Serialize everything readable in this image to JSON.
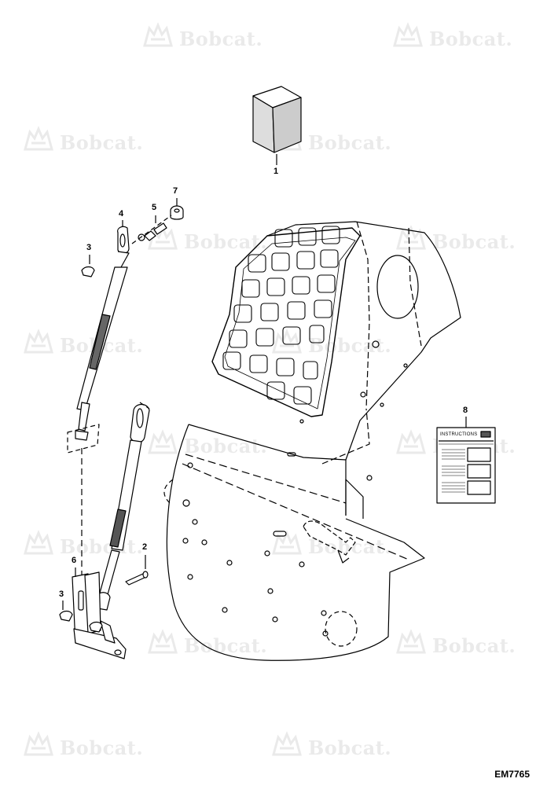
{
  "watermark": {
    "text": "Bobcat.",
    "logo_icon": "bobcat-logo-icon"
  },
  "callouts": {
    "c1": "1",
    "c2": "2",
    "c3a": "3",
    "c3b": "3",
    "c4": "4",
    "c5": "5",
    "c6": "6",
    "c7": "7",
    "c8": "8"
  },
  "decal": {
    "title": "INSTRUCTIONS"
  },
  "drawing_id": "EM7765",
  "colors": {
    "line": "#000000",
    "watermark": "#9a9a9a"
  }
}
